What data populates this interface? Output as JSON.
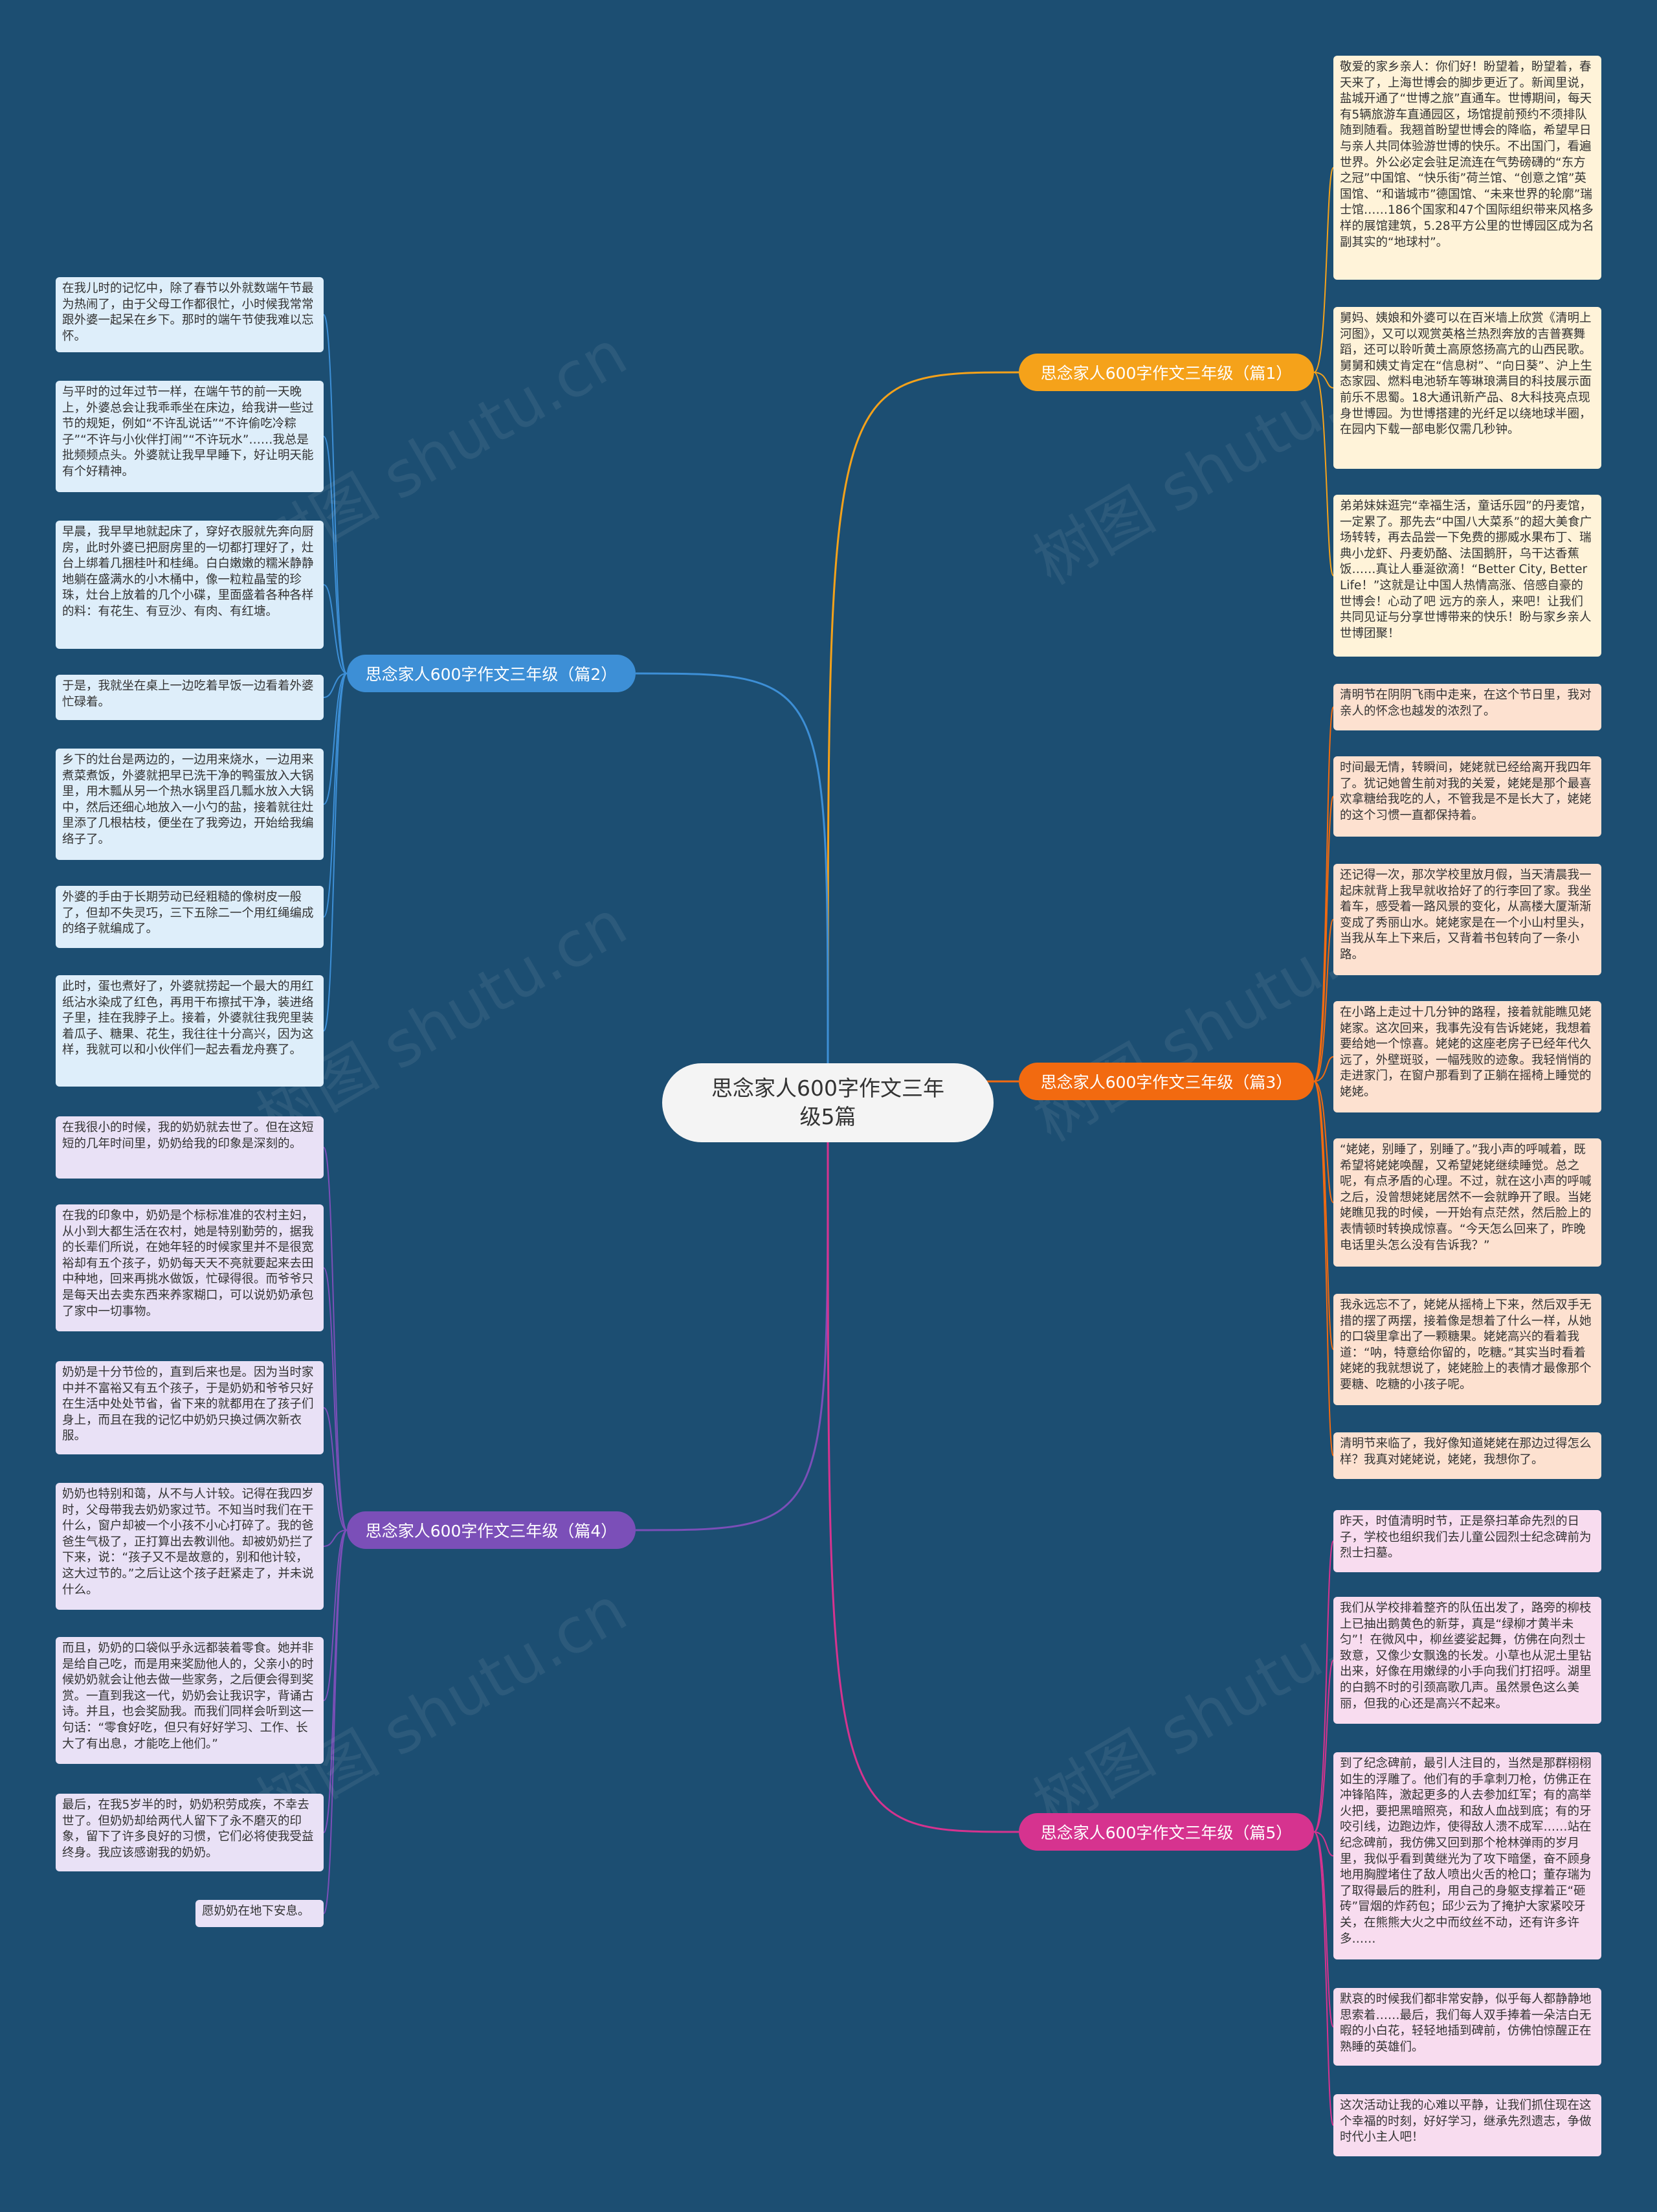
{
  "center": "思念家人600字作文三年级5篇",
  "watermark": "树图 shutu.cn",
  "branches": [
    {
      "id": "b1",
      "label": "思念家人600字作文三年级（篇1）",
      "color": "#f5a21a",
      "leaf_bg": "#fff3d9",
      "leaves": [
        "敬爱的家乡亲人：你们好！盼望着，盼望着，春天来了，上海世博会的脚步更近了。新闻里说，盐城开通了“世博之旅”直通车。世博期间，每天有5辆旅游车直通园区，场馆提前预约不须排队随到随看。我翘首盼望世博会的降临，希望早日与亲人共同体验游世博的快乐。不出国门，看遍世界。外公必定会驻足流连在气势磅礴的“东方之冠”中国馆、“快乐街”荷兰馆、“创意之馆”英国馆、“和谐城市”德国馆、“未来世界的轮廓”瑞士馆……186个国家和47个国际组织带来风格多样的展馆建筑，5.28平方公里的世博园区成为名副其实的“地球村”。",
        "舅妈、姨娘和外婆可以在百米墙上欣赏《清明上河图》，又可以观赏英格兰热烈奔放的吉普赛舞蹈，还可以聆听黄土高原悠扬高亢的山西民歌。舅舅和姨丈肯定在“信息树”、“向日葵”、沪上生态家园、燃料电池轿车等琳琅满目的科技展示面前乐不思蜀。18大通讯新产品、8大科技亮点现身世博园。为世博搭建的光纤足以绕地球半圈，在园内下载一部电影仅需几秒钟。",
        "弟弟妹妹逛完“幸福生活，童话乐园”的丹麦馆，一定累了。那先去“中国八大菜系”的超大美食广场转转，再去品尝一下免费的挪威水果布丁、瑞典小龙虾、丹麦奶酪、法国鹅肝，乌干达香蕉饭……真让人垂涎欲滴！“Better City, Better Life！”这就是让中国人热情高涨、倍感自豪的世博会！心动了吧 远方的亲人，来吧！让我们共同见证与分享世博带来的快乐！盼与家乡亲人世博团聚！"
      ]
    },
    {
      "id": "b2",
      "label": "思念家人600字作文三年级（篇2）",
      "color": "#3d8fd6",
      "leaf_bg": "#deeefa",
      "leaves": [
        "在我儿时的记忆中，除了春节以外就数端午节最为热闹了，由于父母工作都很忙，小时候我常常跟外婆一起呆在乡下。那时的端午节使我难以忘怀。",
        "与平时的过年过节一样，在端午节的前一天晚上，外婆总会让我乖乖坐在床边，给我讲一些过节的规矩，例如“不许乱说话”“不许偷吃冷粽子”“不许与小伙伴打闹”“不许玩水”……我总是批频频点头。外婆就让我早早睡下，好让明天能有个好精神。",
        "早晨，我早早地就起床了，穿好衣服就先奔向厨房，此时外婆已把厨房里的一切都打理好了，灶台上绑着几捆桂叶和桂绳。白白嫩嫩的糯米静静地躺在盛满水的小木桶中，像一粒粒晶莹的珍珠，灶台上放着的几个小碟，里面盛着各种各样的料：有花生、有豆沙、有肉、有红塘。",
        "于是，我就坐在桌上一边吃着早饭一边看着外婆忙碌着。",
        "乡下的灶台是两边的，一边用来烧水，一边用来煮菜煮饭，外婆就把早已洗干净的鸭蛋放入大锅里，用木瓢从另一个热水锅里舀几瓢水放入大锅中，然后还细心地放入一小勺的盐，接着就往灶里添了几根枯枝，便坐在了我旁边，开始给我编络子了。",
        "外婆的手由于长期劳动已经粗糙的像树皮一般了，但却不失灵巧，三下五除二一个用红绳编成的络子就编成了。",
        "此时，蛋也煮好了，外婆就捞起一个最大的用红纸沾水染成了红色，再用干布擦拭干净，装进络子里，挂在我脖子上。接着，外婆就往我兜里装着瓜子、糖果、花生，我往往十分高兴，因为这样，我就可以和小伙伴们一起去看龙舟赛了。"
      ]
    },
    {
      "id": "b3",
      "label": "思念家人600字作文三年级（篇3）",
      "color": "#f26a10",
      "leaf_bg": "#fde1d0",
      "leaves": [
        "清明节在阴阴飞雨中走来，在这个节日里，我对亲人的怀念也越发的浓烈了。",
        "时间最无情，转瞬间，姥姥就已经给离开我四年了。犹记她曾生前对我的关爱，姥姥是那个最喜欢拿糖给我吃的人，不管我是不是长大了，姥姥的这个习惯一直都保持着。",
        "还记得一次，那次学校里放月假，当天清晨我一起床就背上我早就收拾好了的行李回了家。我坐着车，感受着一路风景的变化，从高楼大厦渐渐变成了秀丽山水。姥姥家是在一个小山村里头，当我从车上下来后，又背着书包转向了一条小路。",
        "在小路上走过十几分钟的路程，接着就能瞧见姥姥家。这次回来，我事先没有告诉姥姥，我想着要给她一个惊喜。姥姥的这座老房子已经年代久远了，外壁斑驳，一幅残败的迹象。我轻悄悄的走进家门，在窗户那看到了正躺在摇椅上睡觉的姥姥。",
        "“姥姥，别睡了，别睡了。”我小声的呼喊着，既希望将姥姥唤醒，又希望姥姥继续睡觉。总之呢，有点矛盾的心理。不过，就在这小声的呼喊之后，没曾想姥姥居然不一会就睁开了眼。当姥姥瞧见我的时候，一开始有点茫然，然后脸上的表情顿时转换成惊喜。“今天怎么回来了，昨晚电话里头怎么没有告诉我？”",
        "我永远忘不了，姥姥从摇椅上下来，然后双手无措的摆了两摆，接着像是想着了什么一样，从她的口袋里拿出了一颗糖果。姥姥高兴的看着我道：“呐，特意给你留的，吃糖。”其实当时看着姥姥的我就想说了，姥姥脸上的表情才最像那个要糖、吃糖的小孩子呢。",
        "清明节来临了，我好像知道姥姥在那边过得怎么样？我真对姥姥说，姥姥，我想你了。"
      ]
    },
    {
      "id": "b4",
      "label": "思念家人600字作文三年级（篇4）",
      "color": "#7b4fb8",
      "leaf_bg": "#e9e1f6",
      "leaves": [
        "在我很小的时候，我的奶奶就去世了。但在这短短的几年时间里，奶奶给我的印象是深刻的。",
        "在我的印象中，奶奶是个标标准准的农村主妇，从小到大都生活在农村，她是特别勤劳的，据我的长辈们所说，在她年轻的时候家里并不是很宽裕却有五个孩子，奶奶每天天不亮就要起来去田中种地，回来再挑水做饭，忙碌得很。而爷爷只是每天出去卖东西来养家糊口，可以说奶奶承包了家中一切事物。",
        "奶奶是十分节俭的，直到后来也是。因为当时家中并不富裕又有五个孩子，于是奶奶和爷爷只好在生活中处处节省，省下来的就都用在了孩子们身上，而且在我的记忆中奶奶只换过俩次新衣服。",
        "奶奶也特别和蔼，从不与人计较。记得在我四岁时，父母带我去奶奶家过节。不知当时我们在干什么，窗户却被一个小孩不小心打碎了。我的爸爸生气极了，正打算出去教训他。却被奶奶拦了下来，说：“孩子又不是故意的，别和他计较，这大过节的。”之后让这个孩子赶紧走了，并未说什么。",
        "而且，奶奶的口袋似乎永远都装着零食。她并非是给自己吃，而是用来奖励他人的，父亲小的时候奶奶就会让他去做一些家务，之后便会得到奖赏。一直到我这一代，奶奶会让我识字，背诵古诗。并且，也会奖励我。而我们同样会听到这一句话：“零食好吃，但只有好好学习、工作、长大了有出息，才能吃上他们。”",
        "最后，在我5岁半的时，奶奶积劳成疾，不幸去世了。但奶奶却给两代人留下了永不磨灭的印象，留下了许多良好的习惯，它们必将使我受益终身。我应该感谢我的奶奶。",
        "愿奶奶在地下安息。"
      ]
    },
    {
      "id": "b5",
      "label": "思念家人600字作文三年级（篇5）",
      "color": "#d6338f",
      "leaf_bg": "#f8dcef",
      "leaves": [
        "昨天，时值清明时节，正是祭扫革命先烈的日子，学校也组织我们去儿童公园烈士纪念碑前为烈士扫墓。",
        "我们从学校排着整齐的队伍出发了，路旁的柳枝上已抽出鹅黄色的新芽，真是“绿柳才黄半未匀”！在微风中，柳丝婆娑起舞，仿佛在向烈士致意，又像少女飘逸的长发。小草也从泥土里钻出来，好像在用嫩绿的小手向我们打招呼。湖里的白鹅不时的引颈高歌几声。虽然景色这么美丽，但我的心还是高兴不起来。",
        "到了纪念碑前，最引人注目的，当然是那群栩栩如生的浮雕了。他们有的手拿刺刀枪，仿佛正在冲锋陷阵，激起更多的人去参加红军；有的高举火把，要把黑暗照亮，和敌人血战到底；有的牙咬引线，边跑边炸，使得敌人溃不成军……站在纪念碑前，我仿佛又回到那个枪林弹雨的岁月里，我似乎看到黄继光为了攻下暗堡，奋不顾身地用胸膛堵住了敌人喷出火舌的枪口；董存瑞为了取得最后的胜利，用自己的身躯支撑着正“砸砖”冒烟的炸药包；邱少云为了掩护大家紧咬牙关，在熊熊大火之中而纹丝不动，还有许多许多……",
        "默哀的时候我们都非常安静，似乎每人都静静地思索着……最后，我们每人双手捧着一朵洁白无暇的小白花，轻轻地插到碑前，仿佛怕惊醒正在熟睡的英雄们。",
        "这次活动让我的心难以平静，让我们抓住现在这个幸福的时刻，好好学习，继承先烈遗志，争做时代小主人吧！"
      ]
    }
  ]
}
